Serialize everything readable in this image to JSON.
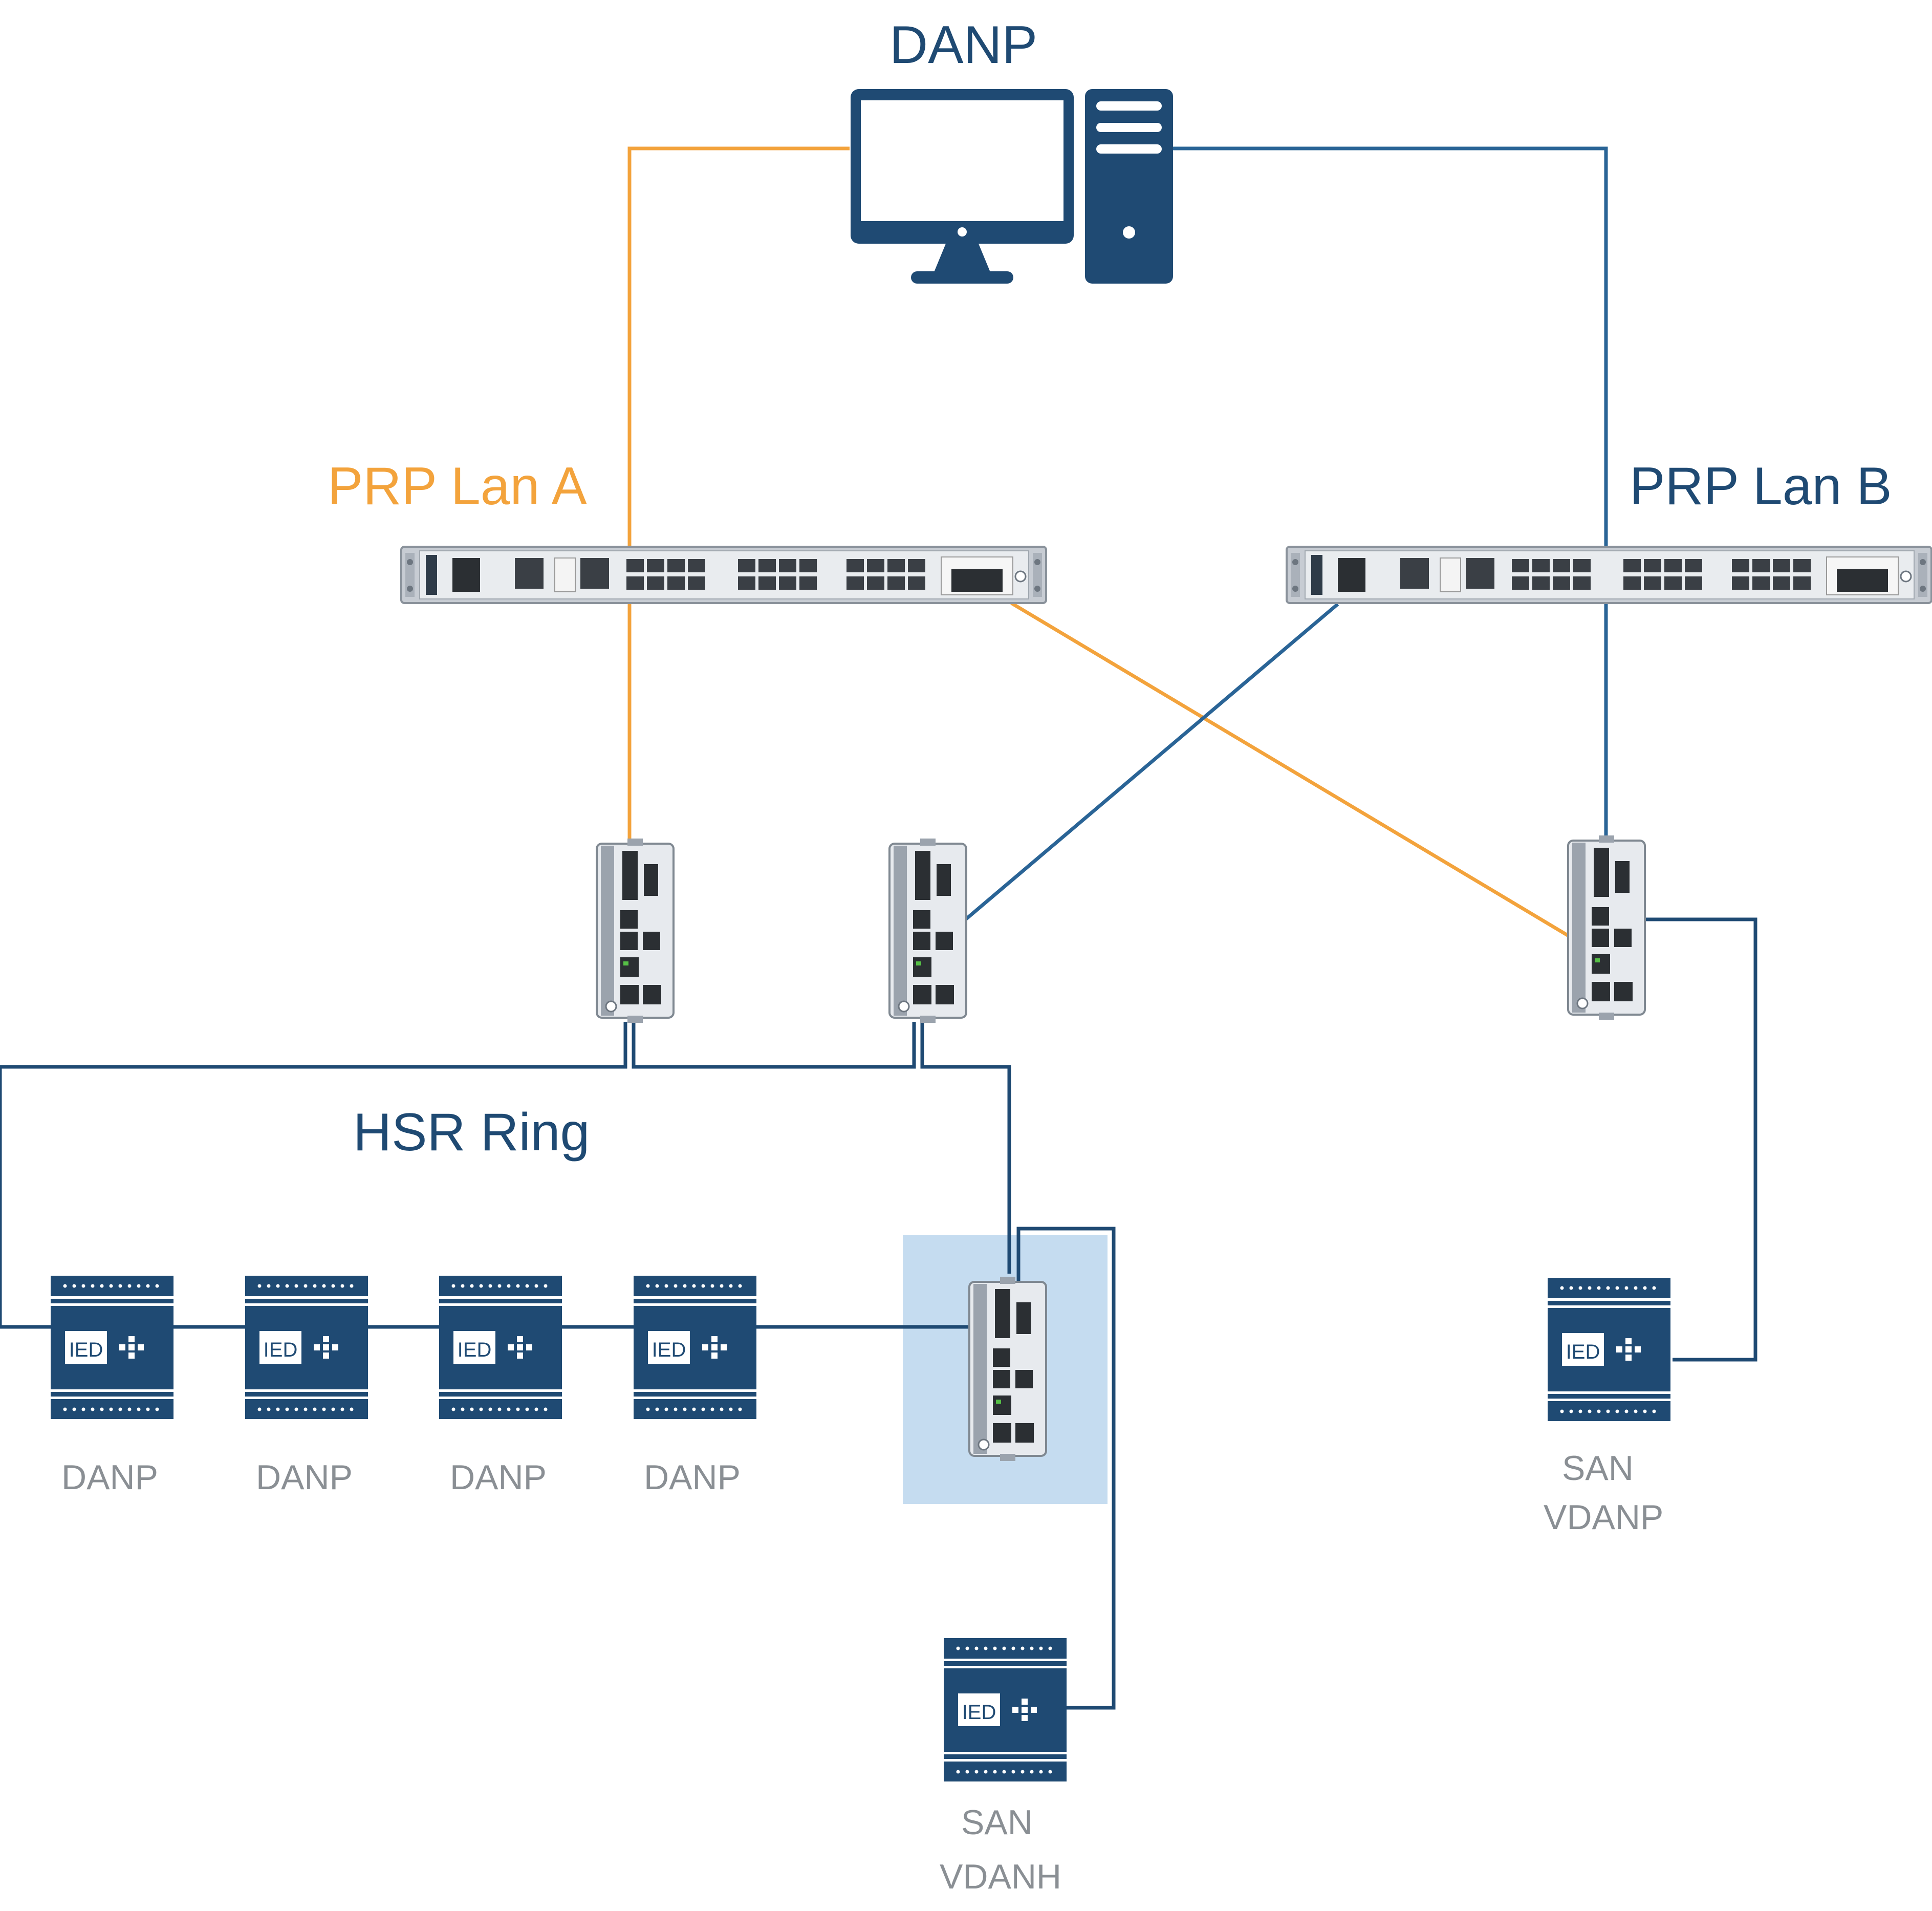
{
  "colors": {
    "navy": "#1f4a73",
    "orange": "#f3a33c",
    "lan_b_line": "#2a6496",
    "label_grey": "#8a8f94",
    "highlight": "#c5dcf0"
  },
  "icons": {
    "computer": "desktop-computer-icon",
    "switch": "rack-switch-icon",
    "din": "din-rail-redbox-icon",
    "ied": "ied-device-icon"
  },
  "top": {
    "label": "DANP"
  },
  "lan_a": {
    "label": "PRP Lan A"
  },
  "lan_b": {
    "label": "PRP Lan B"
  },
  "ring": {
    "label": "HSR Ring"
  },
  "ied_text": "IED",
  "hsr_nodes": [
    {
      "label": "DANP"
    },
    {
      "label": "DANP"
    },
    {
      "label": "DANP"
    },
    {
      "label": "DANP"
    }
  ],
  "san_vdanp": {
    "line1": "SAN",
    "line2": "VDANP"
  },
  "san_vdanh": {
    "line1": "SAN",
    "line2": "VDANH"
  }
}
